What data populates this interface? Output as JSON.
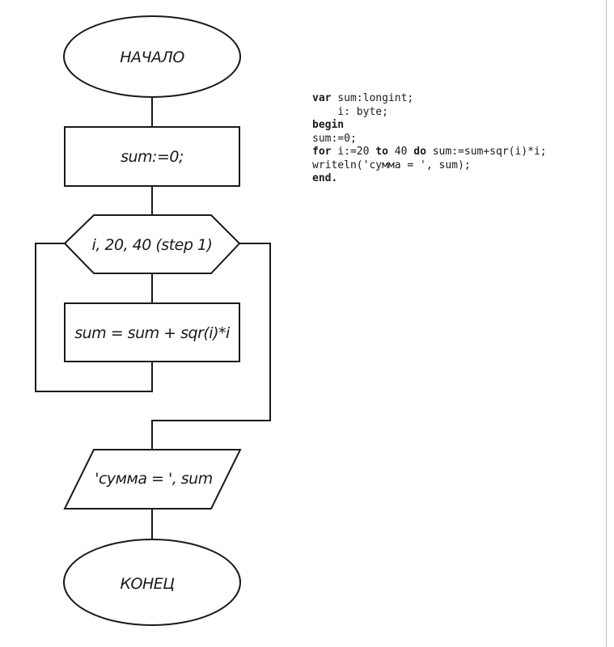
{
  "flowchart": {
    "start": "НАЧАЛО",
    "init": "sum:=0;",
    "loop": "i, 20, 40 (step 1)",
    "body": "sum = sum + sqr(i)*i",
    "output": "'сумма = ', sum",
    "end": "КОНЕЦ"
  },
  "code": {
    "line1": {
      "kw": "var",
      "rest": " sum:longint;"
    },
    "line2": {
      "text": "    i: byte;"
    },
    "line3": {
      "kw": "begin"
    },
    "line4": {
      "text": "sum:=0;"
    },
    "line5": {
      "kw_for": "for",
      "part1": " i:=20 ",
      "kw_to": "to",
      "part2": " 40 ",
      "kw_do": "do",
      "part3": " sum:=sum+sqr(i)*i;"
    },
    "line6": {
      "text": "writeln('сумма = ', sum);"
    },
    "line7": {
      "kw": "end."
    }
  },
  "colors": {
    "stroke": "#1a1a1a",
    "background": "#ffffff"
  }
}
